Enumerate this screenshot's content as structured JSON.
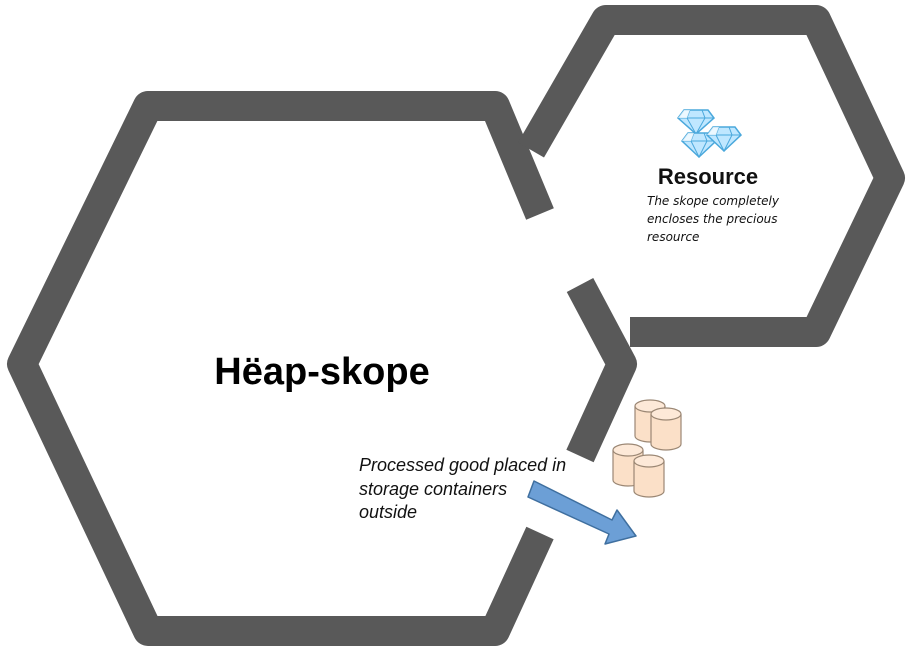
{
  "diagram": {
    "main_skope": {
      "title": "Hëap-skope"
    },
    "resource_skope": {
      "title": "Resource",
      "note_lines": [
        "The skope completely",
        "encloses the precious",
        "resource"
      ]
    },
    "output": {
      "note_lines": [
        "Processed good placed in",
        "storage containers",
        "outside"
      ]
    },
    "colors": {
      "hexagon_stroke": "#595959",
      "arrow_fill": "#6c9fd6",
      "arrow_stroke": "#3f6f9f",
      "container_fill": "#fbe0c8",
      "container_stroke": "#9b8774",
      "diamond_fill": "#bfe7ff",
      "diamond_stroke": "#4aa8dc"
    },
    "icons": {
      "resource": "diamonds-icon",
      "storage": "storage-containers-icon"
    }
  }
}
